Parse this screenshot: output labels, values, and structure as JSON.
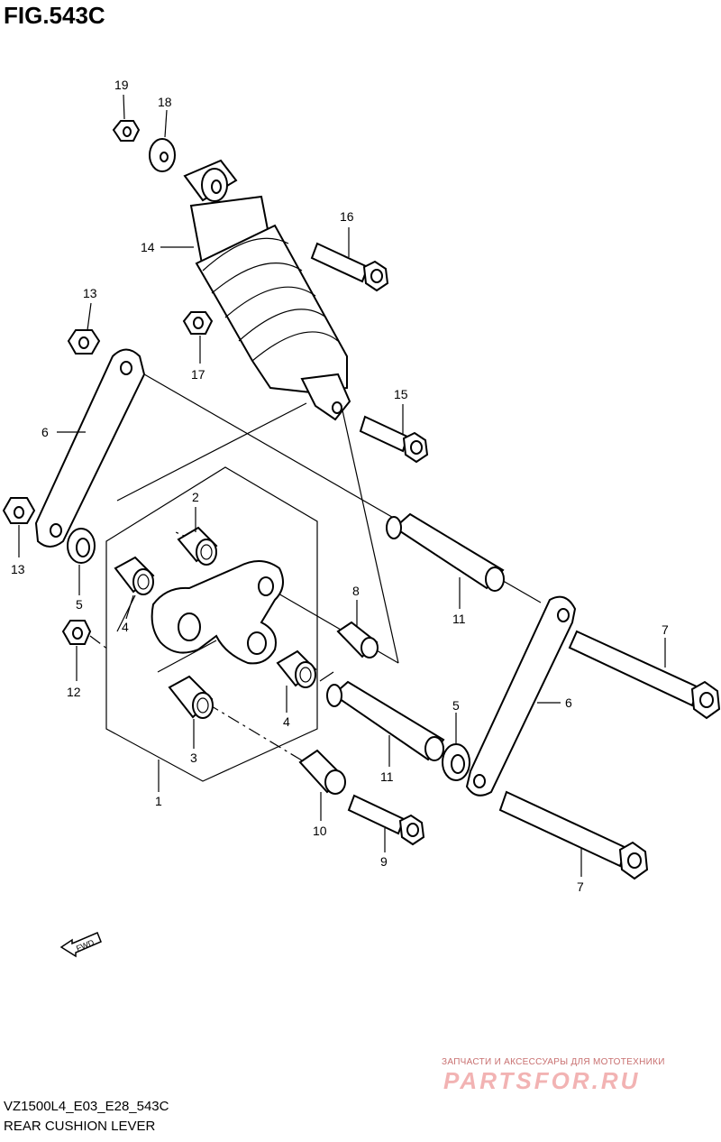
{
  "figure": {
    "title": "FIG.543C",
    "model_code": "VZ1500L4_E03_E28_543C",
    "name": "REAR CUSHION LEVER"
  },
  "fwd_label": "FWD",
  "callouts": [
    "19",
    "18",
    "16",
    "14",
    "13",
    "17",
    "15",
    "6",
    "13",
    "2",
    "5",
    "4",
    "8",
    "11",
    "7",
    "12",
    "6",
    "4",
    "3",
    "5",
    "11",
    "1",
    "10",
    "9",
    "7"
  ],
  "watermark": {
    "tagline": "ЗАПЧАСТИ И АКСЕССУАРЫ ДЛЯ МОТОТЕХНИКИ",
    "logo": "PARTSFOR.RU"
  }
}
